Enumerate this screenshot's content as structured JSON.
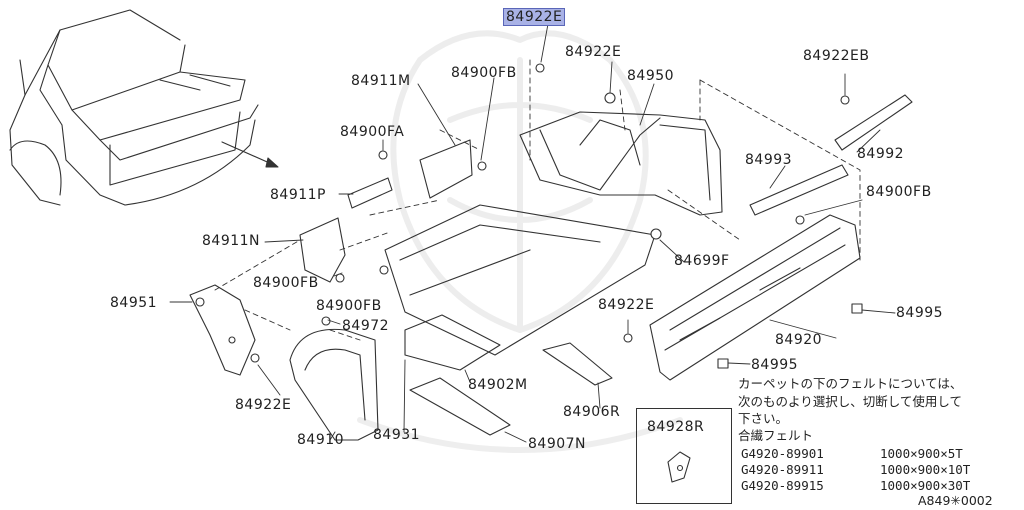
{
  "diagram": {
    "highlight_color": "#a9b2e6",
    "labels": {
      "p84922E_top": "84922E",
      "p84922E_a": "84922E",
      "p84950": "84950",
      "p84900FB_a": "84900FB",
      "p84911M": "84911M",
      "p84900FA": "84900FA",
      "p84911P": "84911P",
      "p84911N": "84911N",
      "p84900FB_b": "84900FB",
      "p84951": "84951",
      "p84900FB_c": "84900FB",
      "p84972": "84972",
      "p84922E_b": "84922E",
      "p84910": "84910",
      "p84931": "84931",
      "p84902M": "84902M",
      "p84907N": "84907N",
      "p84906R": "84906R",
      "p84922EB": "84922EB",
      "p84992": "84992",
      "p84993": "84993",
      "p84900FB_d": "84900FB",
      "p84699F": "84699F",
      "p84922E_c": "84922E",
      "p84995_a": "84995",
      "p84920": "84920",
      "p84995_b": "84995",
      "p84928R": "84928R"
    },
    "note": {
      "line1": "カーペットの下のフェルトについては、",
      "line2": "次のものより選択し、切断して使用して",
      "line3": "下さい。",
      "line4": "合繊フェルト",
      "rows": [
        {
          "code": "G4920-89901",
          "size": "1000×900×5T"
        },
        {
          "code": "G4920-89911",
          "size": "1000×900×10T"
        },
        {
          "code": "G4920-89915",
          "size": "1000×900×30T"
        }
      ]
    },
    "figure_id": "A849✳0002"
  }
}
